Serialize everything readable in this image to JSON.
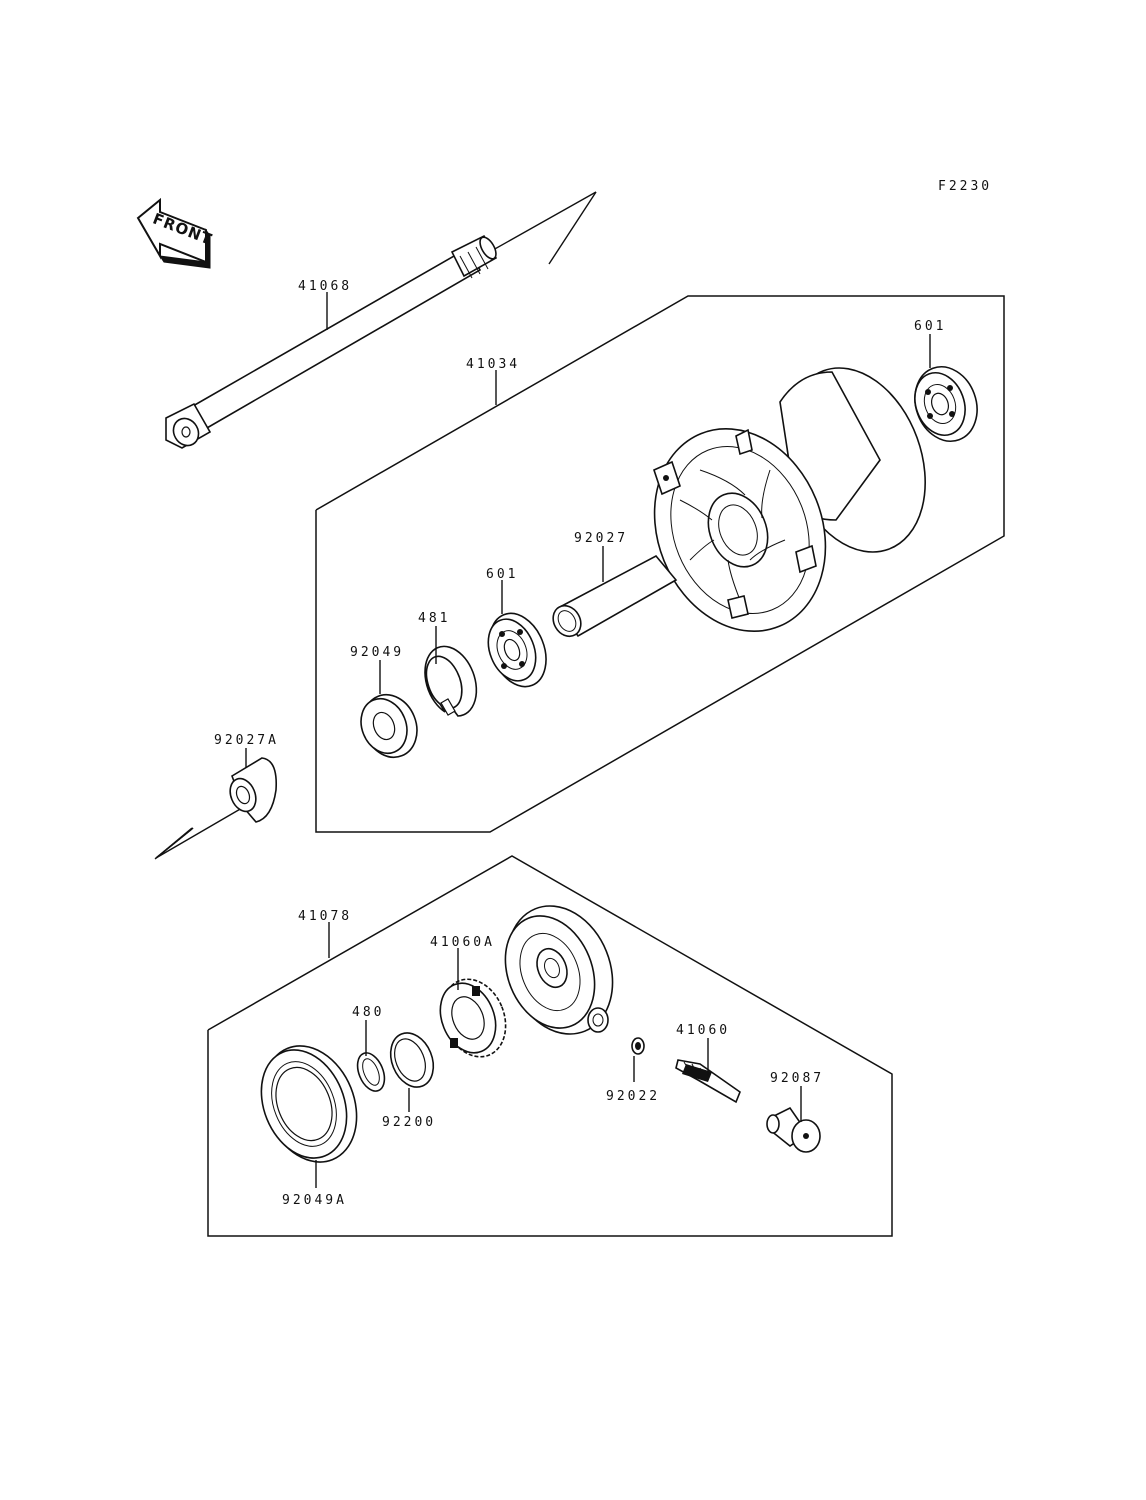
{
  "figure_code": "F2230",
  "front_badge": "FRONT",
  "labels": {
    "p41068": "41068",
    "p41034": "41034",
    "p601_top": "601",
    "p92027": "92027",
    "p601_mid": "601",
    "p481": "481",
    "p92049": "92049",
    "p92027a": "92027A",
    "p41078": "41078",
    "p41060a": "41060A",
    "p480": "480",
    "p92200": "92200",
    "p92049a": "92049A",
    "p92022": "92022",
    "p41060": "41060",
    "p92087": "92087"
  }
}
